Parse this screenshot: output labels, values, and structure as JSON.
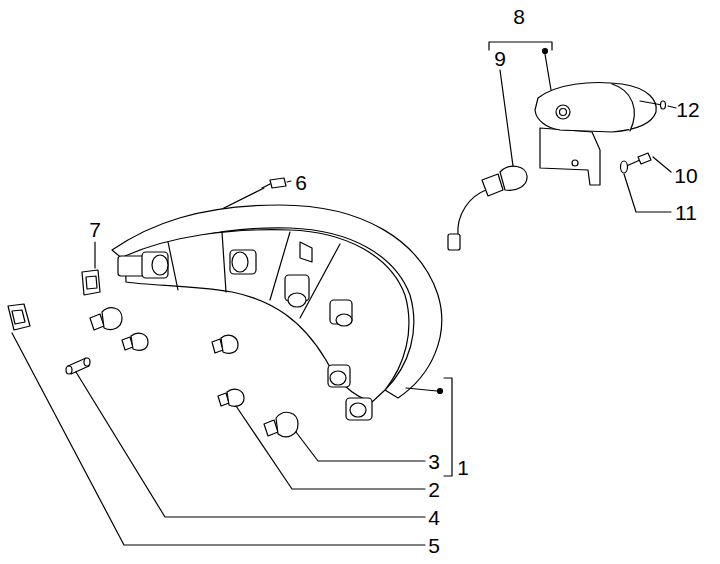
{
  "diagram": {
    "labels": [
      "8",
      "9",
      "12",
      "6",
      "10",
      "11",
      "7",
      "3",
      "1",
      "2",
      "4",
      "5"
    ]
  }
}
